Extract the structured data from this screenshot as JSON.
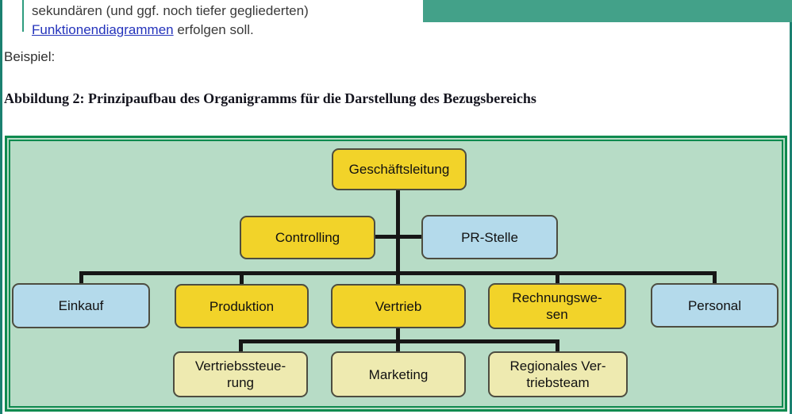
{
  "document": {
    "line1": "sekundären (und ggf. noch tiefer gegliederten)",
    "link": "Funktionendiagrammen",
    "line2_rest": " erfolgen soll.",
    "example_label": "Beispiel:",
    "figure_caption": "Abbildung 2: Prinzipaufbau des Organigramms für die Darstellung des Bezugsbereichs"
  },
  "orgchart": {
    "type": "org-tree",
    "colors": {
      "node_yellow": "#f2d329",
      "node_blue": "#b4daeb",
      "node_pale_yellow": "#eeeab0",
      "chart_background": "#b7dcc6",
      "frame_green": "#0f8a4f",
      "connector_black": "#161616"
    },
    "nodes": [
      {
        "id": "geschaeftsleitung",
        "label": "Geschäftsleitung",
        "level": 1,
        "parent": null,
        "color": "yellow"
      },
      {
        "id": "controlling",
        "label": "Controlling",
        "level": 2,
        "parent": "geschaeftsleitung",
        "color": "yellow"
      },
      {
        "id": "pr-stelle",
        "label": "PR-Stelle",
        "level": 2,
        "parent": "geschaeftsleitung",
        "color": "blue"
      },
      {
        "id": "einkauf",
        "label": "Einkauf",
        "level": 3,
        "parent": "geschaeftsleitung",
        "color": "blue"
      },
      {
        "id": "produktion",
        "label": "Produktion",
        "level": 3,
        "parent": "geschaeftsleitung",
        "color": "yellow"
      },
      {
        "id": "vertrieb",
        "label": "Vertrieb",
        "level": 3,
        "parent": "geschaeftsleitung",
        "color": "yellow"
      },
      {
        "id": "rechnungswesen",
        "label": "Rechnungswe-\nsen",
        "level": 3,
        "parent": "geschaeftsleitung",
        "color": "yellow"
      },
      {
        "id": "personal",
        "label": "Personal",
        "level": 3,
        "parent": "geschaeftsleitung",
        "color": "blue"
      },
      {
        "id": "vertriebssteuerung",
        "label": "Vertriebssteue-\nrung",
        "level": 4,
        "parent": "vertrieb",
        "color": "pale"
      },
      {
        "id": "marketing",
        "label": "Marketing",
        "level": 4,
        "parent": "vertrieb",
        "color": "pale"
      },
      {
        "id": "regionales-vertriebsteam",
        "label": "Regionales Ver-\ntriebsteam",
        "level": 4,
        "parent": "vertrieb",
        "color": "pale"
      }
    ]
  }
}
